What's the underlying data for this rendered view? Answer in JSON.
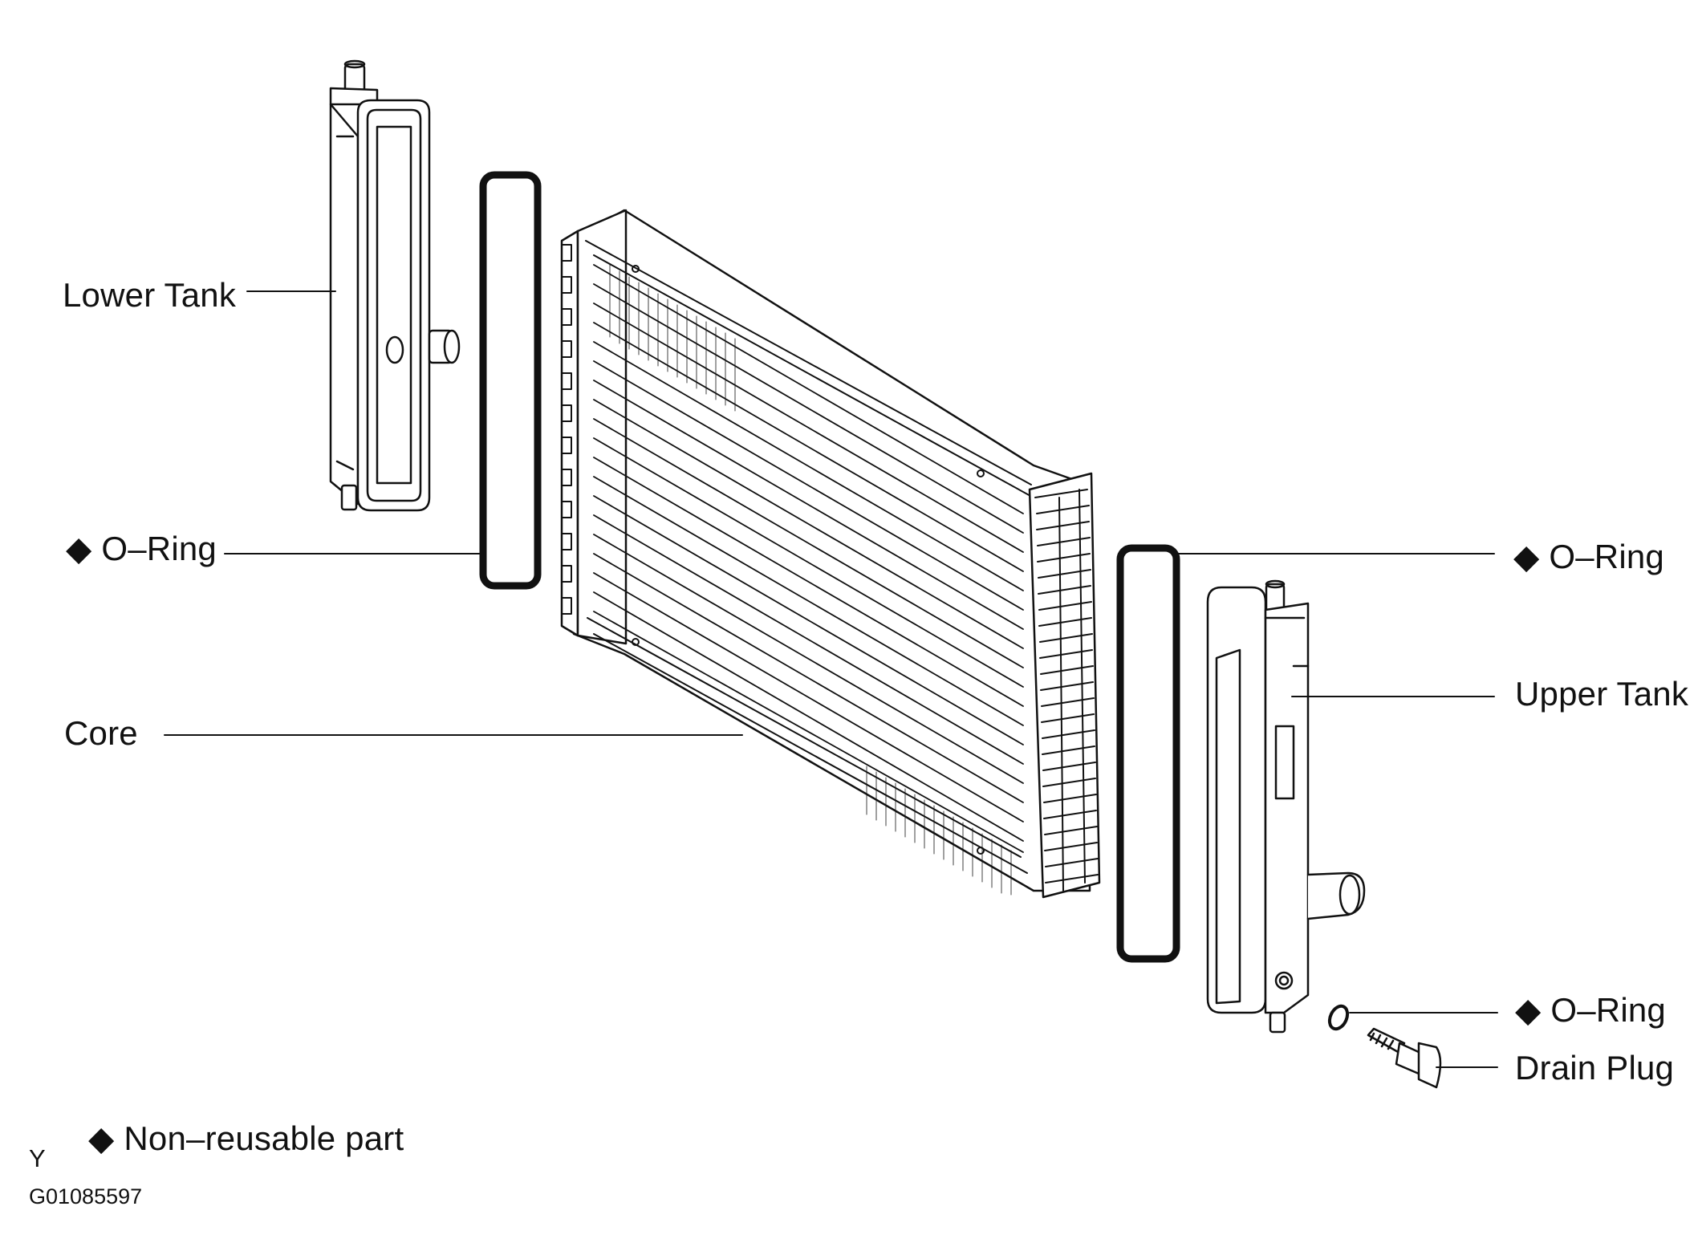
{
  "labels": {
    "lower_tank": "Lower Tank",
    "o_ring_left": "◆ O–Ring",
    "core": "Core",
    "o_ring_right": "◆ O–Ring",
    "upper_tank": "Upper Tank",
    "o_ring_drain": "◆ O–Ring",
    "drain_plug": "Drain Plug"
  },
  "legend": {
    "non_reusable": "◆ Non–reusable part"
  },
  "footer": {
    "corner_mark": "Y",
    "figure_code": "G01085597"
  },
  "colors": {
    "line": "#111111",
    "background": "#ffffff"
  }
}
